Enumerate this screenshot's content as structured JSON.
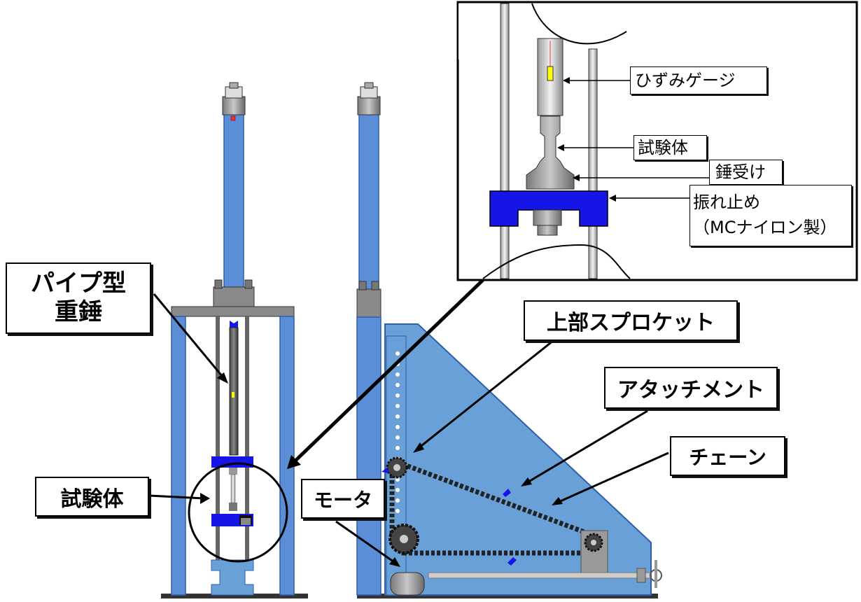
{
  "labels": {
    "pipe_weight_line1": "パイプ型",
    "pipe_weight_line2": "重錘",
    "specimen_left": "試験体",
    "motor": "モータ",
    "upper_sprocket": "上部スプロケット",
    "attachment": "アタッチメント",
    "chain": "チェーン"
  },
  "inset": {
    "strain_gauge": "ひずみゲージ",
    "specimen": "試験体",
    "weight_receiver": "錘受け",
    "anti_vibration_line1": "振れ止め",
    "anti_vibration_line2": "（MCナイロン製）"
  },
  "colors": {
    "frame_blue": "#5b8ed6",
    "frame_blue_dark": "#2f5fa8",
    "guard_blue": "#1515e8",
    "gray_block": "#8a8a8a",
    "stand_blue": "#6aa0d8",
    "chain": "#222222"
  }
}
